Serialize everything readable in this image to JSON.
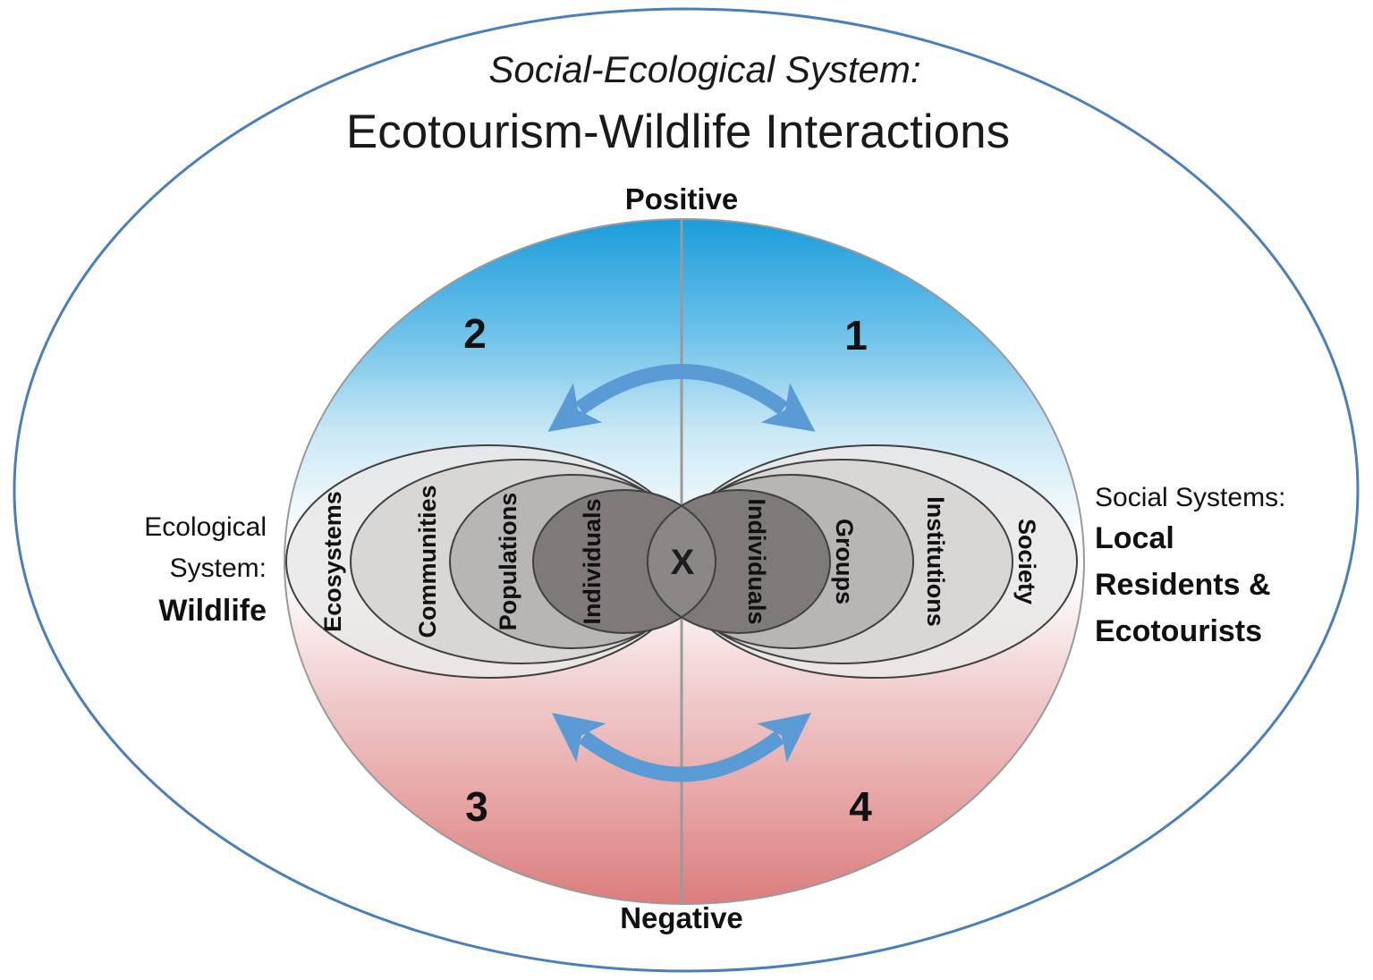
{
  "header": {
    "title_italic": "Social-Ecological System:",
    "title_main": "Ecotourism-Wildlife Interactions"
  },
  "valence": {
    "top": "Positive",
    "bottom": "Negative"
  },
  "quadrants": {
    "q1": "1",
    "q2": "2",
    "q3": "3",
    "q4": "4"
  },
  "ecological_system": {
    "caption": [
      "Ecological",
      "System:"
    ],
    "caption_bold": "Wildlife",
    "levels": [
      "Ecosystems",
      "Communities",
      "Populations",
      "Individuals"
    ]
  },
  "social_system": {
    "caption": "Social Systems:",
    "caption_bold": [
      "Local",
      "Residents &",
      "Ecotourists"
    ],
    "levels": [
      "Individuals",
      "Groups",
      "Institutions",
      "Society"
    ]
  },
  "intersection": {
    "label": "X"
  },
  "icons": {
    "top_arrow": "curved-double-headed-arrow",
    "bottom_arrow": "curved-double-headed-arrow"
  },
  "colors": {
    "outer_boundary": "#4a7ebc",
    "positive_top": "#1b9cda",
    "negative_bottom": "#db7d7d",
    "arrow": "#5b9bd5",
    "axis_line": "#9a9a9a",
    "level_fills": [
      "#e9e7e7",
      "#d7d4d4",
      "#b6b3b3",
      "#7e7a7a"
    ],
    "intersection_fill": "#8b8787"
  }
}
